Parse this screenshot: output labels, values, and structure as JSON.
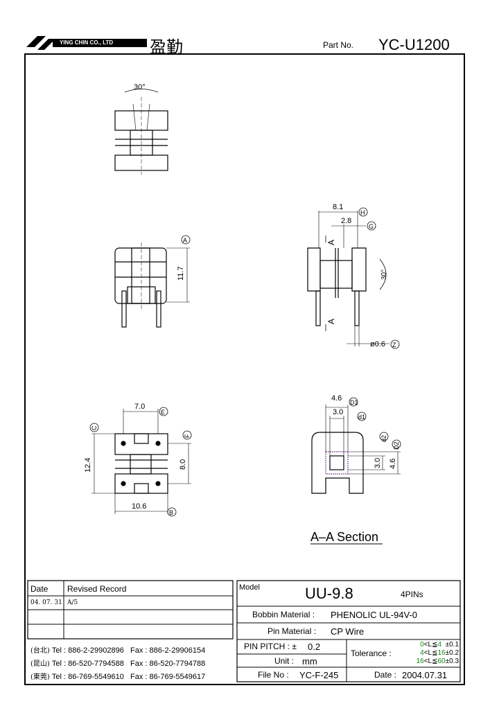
{
  "header": {
    "company_en": "YING CHIN CO., LTD",
    "company_cn": "盈勤",
    "part_no_label": "Part No.",
    "part_no": "YC-U1200"
  },
  "drawing": {
    "top_view": {
      "angle": "30°"
    },
    "front_view": {
      "height": "11.7",
      "tag": "A"
    },
    "side_view": {
      "dim_h": "8.1",
      "tag_h": "H",
      "dim_g": "2.8",
      "tag_g": "G",
      "angle": "30°",
      "pin_dia": "ø0.6",
      "tag_z": "Z",
      "section_letter_top": "A",
      "section_letter_bottom": "A"
    },
    "bottom_view": {
      "dim_e": "7.0",
      "tag_e": "E",
      "dim_c": "12.4",
      "tag_c": "C",
      "dim_f": "8.0",
      "tag_f": "F",
      "dim_b": "10.6",
      "tag_b": "B"
    },
    "section_view": {
      "dim_d1_outer": "4.6",
      "tag_d1_outer": "D1",
      "dim_d1_inner": "3.0",
      "tag_d1_inner": "d1",
      "dim_d2_inner": "3.0",
      "tag_d2_inner": "d2",
      "dim_d2_outer": "4.6",
      "tag_d2_outer": "D2",
      "title": "A–A Section"
    }
  },
  "revision": {
    "col_date": "Date",
    "col_record": "Revised Record",
    "rows": [
      {
        "date": "04. 07. 31",
        "record": "A/5"
      }
    ]
  },
  "contacts": [
    {
      "city": "(台北)",
      "tel": "Tel : 886-2-29902896",
      "fax": "Fax : 886-2-29906154"
    },
    {
      "city": "(昆山)",
      "tel": "Tel : 86-520-7794588",
      "fax": "Fax : 86-520-7794788"
    },
    {
      "city": "(東莞)",
      "tel": "Tel : 86-769-5549610",
      "fax": "Fax : 86-769-5549617"
    }
  ],
  "spec": {
    "model_label": "Model",
    "model": "UU-9.8",
    "pins": "4PINs",
    "bobbin_label": "Bobbin Material :",
    "bobbin": "PHENOLIC UL-94V-0",
    "pin_mat_label": "Pin Material :",
    "pin_mat": "CP Wire",
    "pitch_label": "PIN PITCH : ±",
    "pitch": "0.2",
    "unit_label": "Unit :",
    "unit": "mm",
    "file_label": "File No :",
    "file": "YC-F-245",
    "tolerance_label": "Tolerance :",
    "tol_rows": [
      {
        "range_a": "0",
        "sym": "<L≦",
        "range_b": "4",
        "val": "±0.1"
      },
      {
        "range_a": "4",
        "sym": "<L≦",
        "range_b": "16",
        "val": "±0.2"
      },
      {
        "range_a": "16",
        "sym": "<L≦",
        "range_b": "60",
        "val": "±0.3"
      }
    ],
    "date_label": "Date :",
    "date": "2004.07.31"
  }
}
